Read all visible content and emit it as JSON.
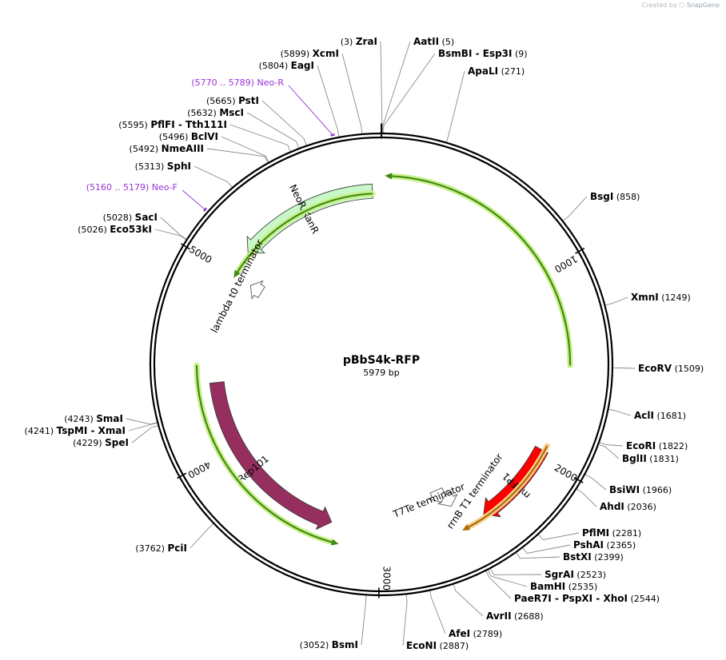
{
  "credit": {
    "prefix": "Created by",
    "brand": "SnapGene"
  },
  "plasmid": {
    "name": "pBbS4k-RFP",
    "length_label": "5979 bp",
    "length": 5979
  },
  "ticks": [
    {
      "pos": 1000,
      "label": "1000"
    },
    {
      "pos": 2000,
      "label": "2000"
    },
    {
      "pos": 3000,
      "label": "3000"
    },
    {
      "pos": 4000,
      "label": "4000"
    },
    {
      "pos": 5000,
      "label": "5000"
    }
  ],
  "features": [
    {
      "name": "",
      "type": "green-arc",
      "start": 45,
      "end": 1500,
      "dir": -1,
      "color": "#3f8a17",
      "halo": "#c9f08a"
    },
    {
      "name": "NeoR/KanR",
      "type": "block",
      "start": 5145,
      "end": 5930,
      "dir": -1,
      "color": "#c8f7c8"
    },
    {
      "name": "",
      "type": "green-arc",
      "start": 5020,
      "end": 5930,
      "dir": -1,
      "color": "#3f8a17",
      "halo": "#c9f08a"
    },
    {
      "name": "lambda t0 terminator",
      "type": "terminator",
      "pos": 5000
    },
    {
      "name": "Rep101",
      "type": "block",
      "start": 3280,
      "end": 4380,
      "dir": -1,
      "color": "#962f5f"
    },
    {
      "name": "",
      "type": "green-arc",
      "start": 3240,
      "end": 4480,
      "dir": -1,
      "color": "#3f8a17",
      "halo": "#c9f08a"
    },
    {
      "name": "mRFP1",
      "type": "block",
      "start": 1960,
      "end": 2420,
      "dir": 1,
      "color": "#ff0000"
    },
    {
      "name": "",
      "type": "green-arc",
      "start": 1930,
      "end": 2530,
      "dir": 1,
      "color": "#b06a08",
      "halo": "#f6d38e"
    },
    {
      "name": "rrnB T1 terminator",
      "type": "terminator",
      "pos": 2555
    },
    {
      "name": "T7Te terminator",
      "type": "terminator",
      "pos": 2600
    }
  ],
  "primers": [
    {
      "label": "Neo-R",
      "range": "(5770 .. 5789)",
      "pos": 5780
    },
    {
      "label": "Neo-F",
      "range": "(5160 .. 5179)",
      "pos": 5170
    }
  ],
  "sites": [
    {
      "name": "ZraI",
      "pos_label": "(3)",
      "pos": 3
    },
    {
      "name": "AatII",
      "pos_label": "(5)",
      "pos": 5
    },
    {
      "name": "BsmBI  -  Esp3I",
      "pos_label": "(9)",
      "pos": 9
    },
    {
      "name": "ApaLI",
      "pos_label": "(271)",
      "pos": 271
    },
    {
      "name": "BsgI",
      "pos_label": "(858)",
      "pos": 858
    },
    {
      "name": "XmnI",
      "pos_label": "(1249)",
      "pos": 1249
    },
    {
      "name": "EcoRV",
      "pos_label": "(1509)",
      "pos": 1509
    },
    {
      "name": "AclI",
      "pos_label": "(1681)",
      "pos": 1681
    },
    {
      "name": "EcoRI",
      "pos_label": "(1822)",
      "pos": 1822
    },
    {
      "name": "BglII",
      "pos_label": "(1831)",
      "pos": 1831
    },
    {
      "name": "BsiWI",
      "pos_label": "(1966)",
      "pos": 1966
    },
    {
      "name": "AhdI",
      "pos_label": "(2036)",
      "pos": 2036
    },
    {
      "name": "PflMI",
      "pos_label": "(2281)",
      "pos": 2281
    },
    {
      "name": "PshAI",
      "pos_label": "(2365)",
      "pos": 2365
    },
    {
      "name": "BstXI",
      "pos_label": "(2399)",
      "pos": 2399
    },
    {
      "name": "SgrAI",
      "pos_label": "(2523)",
      "pos": 2523
    },
    {
      "name": "BamHI",
      "pos_label": "(2535)",
      "pos": 2535
    },
    {
      "name": "PaeR7I  -  PspXI  -  XhoI",
      "pos_label": "(2544)",
      "pos": 2544
    },
    {
      "name": "AvrII",
      "pos_label": "(2688)",
      "pos": 2688
    },
    {
      "name": "AfeI",
      "pos_label": "(2789)",
      "pos": 2789
    },
    {
      "name": "EcoNI",
      "pos_label": "(2887)",
      "pos": 2887
    },
    {
      "name": "BsmI",
      "pos_label": "(3052)",
      "pos": 3052
    },
    {
      "name": "PciI",
      "pos_label": "(3762)",
      "pos": 3762
    },
    {
      "name": "SpeI",
      "pos_label": "(4229)",
      "pos": 4229
    },
    {
      "name": "TspMI  -  XmaI",
      "pos_label": "(4241)",
      "pos": 4241
    },
    {
      "name": "SmaI",
      "pos_label": "(4243)",
      "pos": 4243
    },
    {
      "name": "Eco53kI",
      "pos_label": "(5026)",
      "pos": 5026
    },
    {
      "name": "SacI",
      "pos_label": "(5028)",
      "pos": 5028
    },
    {
      "name": "SphI",
      "pos_label": "(5313)",
      "pos": 5313
    },
    {
      "name": "NmeAIII",
      "pos_label": "(5492)",
      "pos": 5492
    },
    {
      "name": "BclVI",
      "pos_label": "(5496)",
      "pos": 5496
    },
    {
      "name": "PflFI  -  Tth111I",
      "pos_label": "(5595)",
      "pos": 5595
    },
    {
      "name": "MscI",
      "pos_label": "(5632)",
      "pos": 5632
    },
    {
      "name": "PstI",
      "pos_label": "(5665)",
      "pos": 5665
    },
    {
      "name": "EagI",
      "pos_label": "(5804)",
      "pos": 5804
    },
    {
      "name": "XcmI",
      "pos_label": "(5899)",
      "pos": 5899
    }
  ]
}
